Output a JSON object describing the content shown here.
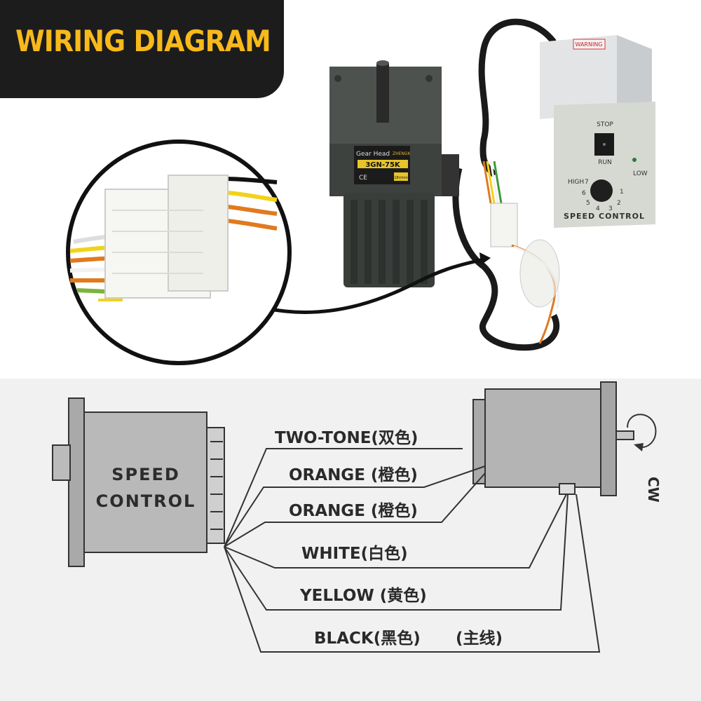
{
  "banner": {
    "title": "WIRING DIAGRAM"
  },
  "motor": {
    "brand_line": "Gear Head",
    "brand_logo": "ZHENGK",
    "model": "3GN-75K",
    "ce_mark": "CE",
    "ratio": "18r/min"
  },
  "controller": {
    "warning": "WARNING",
    "stop": "STOP",
    "run": "RUN",
    "low": "LOW",
    "high": "HIGH",
    "panel_title": "SPEED CONTROL",
    "dial_marks": [
      "1",
      "2",
      "3",
      "4",
      "5",
      "6",
      "7"
    ]
  },
  "diagram": {
    "speed_control_line1": "SPEED",
    "speed_control_line2": "CONTROL",
    "rotation": "CW",
    "wires": [
      {
        "label": "TWO-TONE(双色)",
        "color": "#888888"
      },
      {
        "label": "ORANGE (橙色)",
        "color": "#e07a1f"
      },
      {
        "label": "ORANGE (橙色)",
        "color": "#e07a1f"
      },
      {
        "label": "WHITE(白色)",
        "color": "#f2f2f2"
      },
      {
        "label": "YELLOW (黄色)",
        "color": "#f2d21a"
      },
      {
        "label": "BLACK(黑色)",
        "color": "#111111"
      }
    ],
    "main_line_note": "(主线)"
  },
  "colors": {
    "banner_bg": "#1c1c1c",
    "banner_text": "#f7b91b",
    "motor_body": "#4a4f4b",
    "controller_body": "#d9dcd6"
  }
}
